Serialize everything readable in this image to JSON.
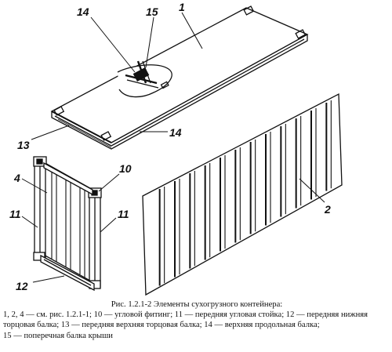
{
  "figure": {
    "labels": {
      "roof_callout_14": "14",
      "roof_callout_15": "15",
      "roof_callout_1": "1",
      "roof_callout_13": "13",
      "roof_callout_14b": "14",
      "end_callout_4": "4",
      "end_callout_10": "10",
      "end_callout_11_left": "11",
      "end_callout_11_right": "11",
      "end_callout_12": "12",
      "side_callout_2": "2"
    }
  },
  "caption": {
    "title": "Рис. 1.2.1-2 Элементы сухогрузного контейнера:",
    "line1": "1, 2, 4 — см. рис. 1.2.1-1; 10 — угловой фитинг; 11 — передняя угловая стойка; 12 — передняя нижняя",
    "line2": "торцовая балка; 13 — передняя верхняя торцовая балка; 14 — верхняя продольная балка;",
    "line3": "15 — поперечная балка крыши"
  }
}
